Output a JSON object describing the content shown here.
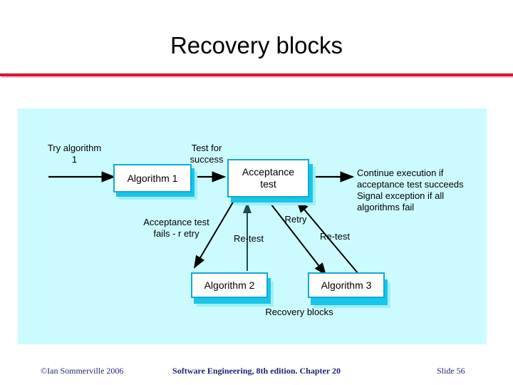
{
  "slide": {
    "title": "Recovery blocks",
    "accent_color": "#D41736",
    "panel_color": "#CCFBFF",
    "box_border_color": "#13A8D8",
    "box_shadow_color": "#17C6E8"
  },
  "diagram": {
    "caption": "Recovery blocks",
    "nodes": [
      {
        "id": "algorithm-1",
        "label": "Algorithm 1"
      },
      {
        "id": "acceptance-test",
        "label": "Acceptance\ntest"
      },
      {
        "id": "algorithm-2",
        "label": "Algorithm 2"
      },
      {
        "id": "algorithm-3",
        "label": "Algorithm 3"
      }
    ],
    "labels": {
      "try_algorithm": "Try algorithm\n1",
      "test_for_success": "Test for\nsuccess",
      "continue_execution": "Continue execution if\nacceptance test succeeds\nSignal exception if  all\nalgorithms fail",
      "acceptance_fails": "Acceptance test\nfails - r etry",
      "retest_left": "Re-test",
      "retry_center": "Retry",
      "retest_right": "Re-test"
    }
  },
  "footer": {
    "copyright": "©Ian Sommerville 2006",
    "center": "Software Engineering, 8th edition. Chapter 20",
    "slide_number": "Slide  56"
  }
}
